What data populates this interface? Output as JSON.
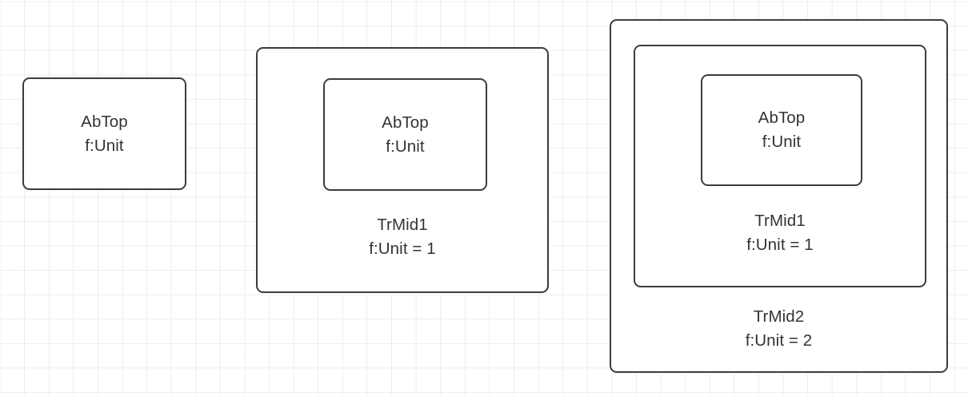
{
  "diagram": {
    "background": "#ffffff",
    "grid_color": "#ededed",
    "node_border_color": "#3c3c3c",
    "text_color": "#333333",
    "groups": [
      {
        "id": "group-1",
        "nodes": [
          {
            "id": "g1-abtop",
            "name_line": "AbTop",
            "feature_line": "f:Unit"
          }
        ]
      },
      {
        "id": "group-2",
        "nodes": [
          {
            "id": "g2-trmid1",
            "name_line": "TrMid1",
            "feature_line": "f:Unit = 1"
          },
          {
            "id": "g2-abtop",
            "name_line": "AbTop",
            "feature_line": "f:Unit"
          }
        ]
      },
      {
        "id": "group-3",
        "nodes": [
          {
            "id": "g3-trmid2",
            "name_line": "TrMid2",
            "feature_line": "f:Unit = 2"
          },
          {
            "id": "g3-trmid1",
            "name_line": "TrMid1",
            "feature_line": "f:Unit = 1"
          },
          {
            "id": "g3-abtop",
            "name_line": "AbTop",
            "feature_line": "f:Unit"
          }
        ]
      }
    ]
  }
}
